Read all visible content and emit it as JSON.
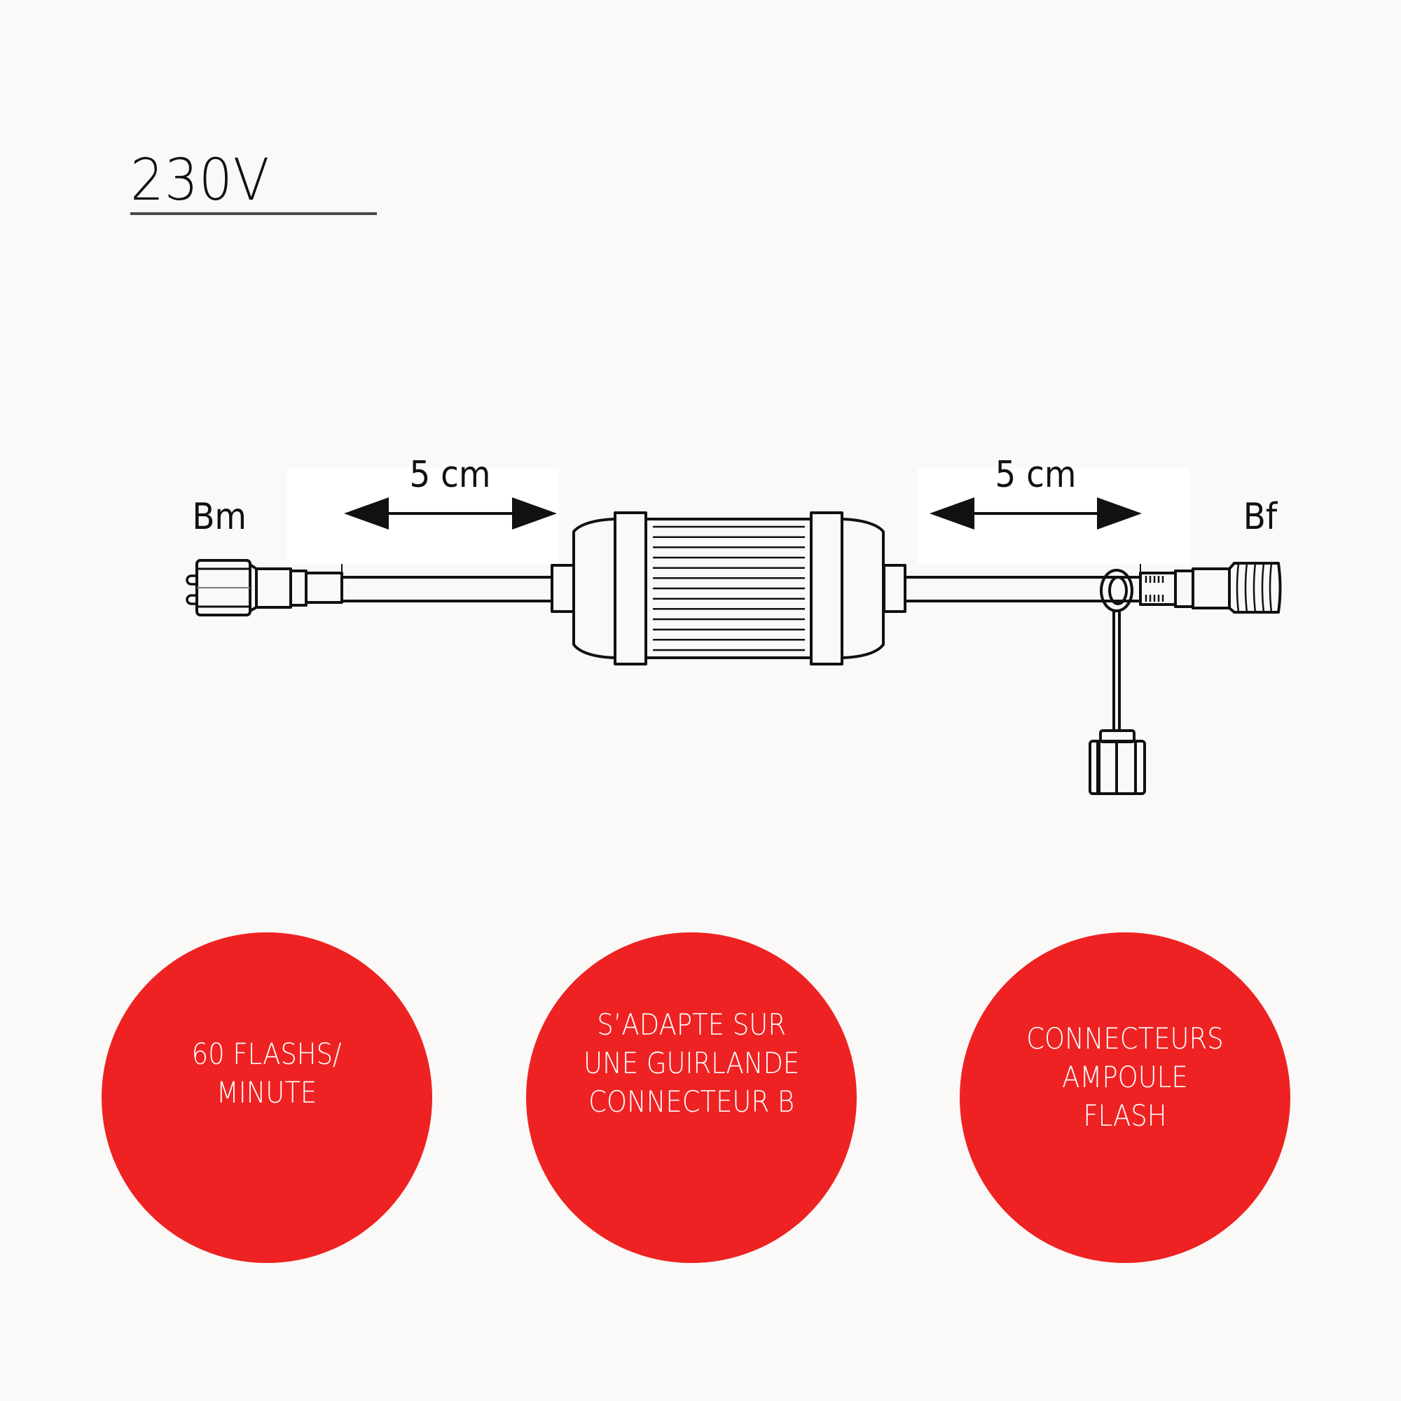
{
  "header": {
    "voltage": "230V"
  },
  "diagram": {
    "left_connector_label": "Bm",
    "right_connector_label": "Bf",
    "left_length_label": "5 cm",
    "right_length_label": "5 cm",
    "stroke_color": "#111111",
    "body_fin_count": 13
  },
  "badges": [
    {
      "text": "60 FLASHS/\nMINUTE"
    },
    {
      "text": "S’ADAPTE SUR\nUNE GUIRLANDE\nCONNECTEUR B"
    },
    {
      "text": "CONNECTEURS\nAMPOULE\nFLASH"
    }
  ],
  "colors": {
    "background": "#faf9f7",
    "badge_red": "#ee2222",
    "badge_text": "#ffffff"
  }
}
